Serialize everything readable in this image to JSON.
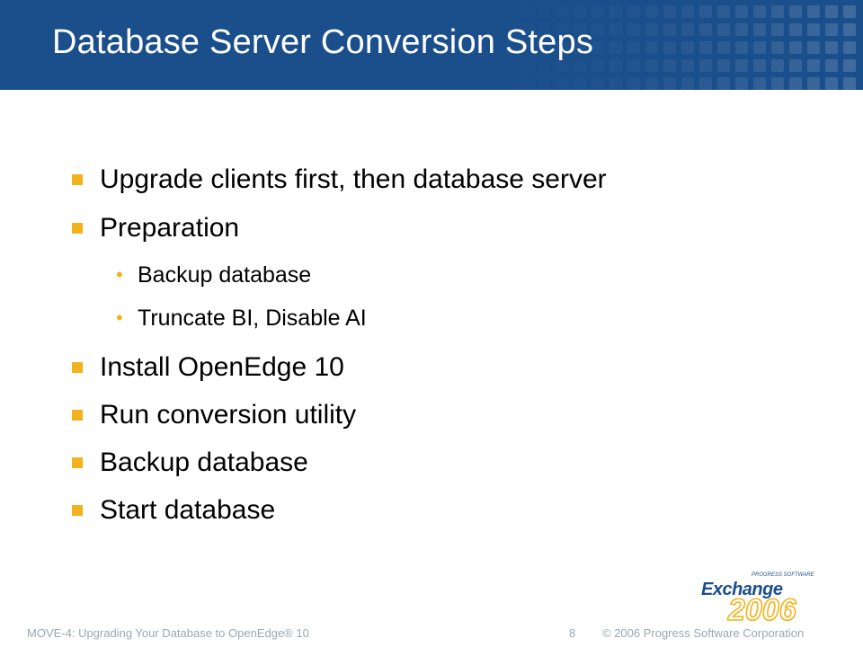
{
  "slide": {
    "title": "Database Server Conversion Steps",
    "bullets": [
      {
        "text": "Upgrade clients first, then database server",
        "level": 1
      },
      {
        "text": "Preparation",
        "level": 1
      },
      {
        "text": "Backup database",
        "level": 2
      },
      {
        "text": "Truncate BI, Disable AI",
        "level": 2
      },
      {
        "text": "Install OpenEdge 10",
        "level": 1
      },
      {
        "text": "Run conversion utility",
        "level": 1
      },
      {
        "text": "Backup database",
        "level": 1
      },
      {
        "text": "Start database",
        "level": 1
      }
    ]
  },
  "footer": {
    "left": "MOVE-4: Upgrading Your Database to OpenEdge® 10",
    "page": "8",
    "right": "© 2006 Progress Software Corporation"
  },
  "logo": {
    "small_text": "PROGRESS SOFTWARE",
    "word": "Exchange",
    "year": "2006"
  },
  "colors": {
    "header": "#1b4f8c",
    "bullet": "#f2b21c",
    "footer_text": "#9aa7b5",
    "logo_blue": "#1b4f8c",
    "logo_orange": "#f2b21c"
  }
}
